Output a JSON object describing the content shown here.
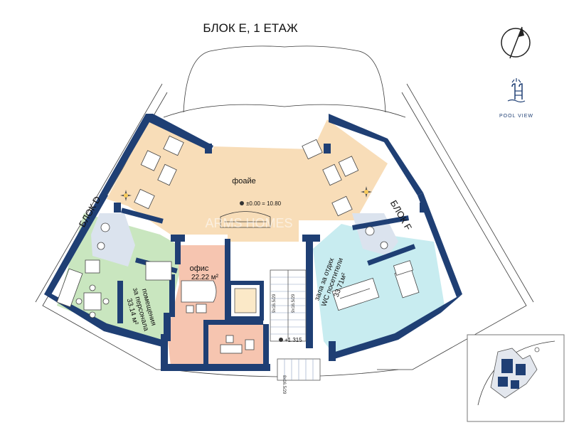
{
  "title": "БЛОК Е, 1  ЕТАЖ",
  "block_labels": {
    "left": "БЛОК D",
    "right": "БЛОК F"
  },
  "compass": {
    "icon": "north-arrow-icon"
  },
  "pool_view": {
    "icon": "pool-ladder-icon",
    "label": "POOL  VIEW"
  },
  "watermark": "ARMS HOMES",
  "rooms": {
    "foyer": {
      "name": "фоайе",
      "color": "#f8ddb8"
    },
    "office": {
      "name": "офис",
      "area": "22.22 м²",
      "color": "#f6c5b0"
    },
    "staff": {
      "line1": "помещения",
      "line2": "за персонала",
      "area": "33.14 м²",
      "color": "#c9e6bf"
    },
    "lounge": {
      "line1": "зала за отдих",
      "line2": "WC посетители",
      "area": "33.71м²",
      "color": "#c8ecf0"
    }
  },
  "levels": {
    "main": "±0.00 = 10.80",
    "stair": "+1.315"
  },
  "stair_labels": {
    "left": "9x16.5/29",
    "right": "9x16.5/29",
    "bottom": "8x16.5/29"
  },
  "colors": {
    "wall": "#1f3f74",
    "foyer": "#f8ddb8",
    "office": "#f6c5b0",
    "staff": "#c9e6bf",
    "lounge": "#c8ecf0"
  }
}
